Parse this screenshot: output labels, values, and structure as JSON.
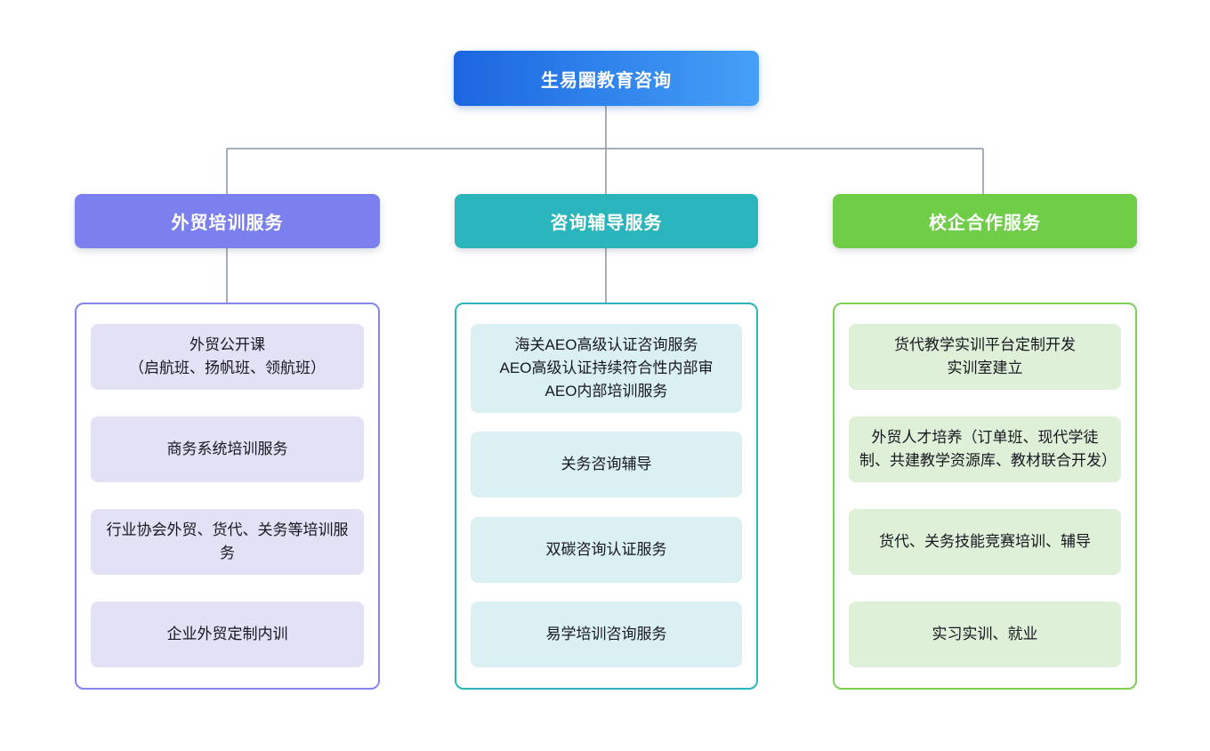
{
  "root": {
    "label": "生易圈教育咨询",
    "background": "linear-gradient(90deg, #1B66E0, #46A0F7)"
  },
  "connector_color": "#8B949E",
  "columns": [
    {
      "header": "外贸培训服务",
      "header_color": "#7B80EE",
      "border_color": "#8585F0",
      "item_bg": "#E3E1F5",
      "items": [
        "外贸公开课\n（启航班、扬帆班、领航班）",
        "商务系统培训服务",
        "行业协会外贸、货代、关务等培训服务",
        "企业外贸定制内训"
      ]
    },
    {
      "header": "咨询辅导服务",
      "header_color": "#29B5BB",
      "border_color": "#2AB6BC",
      "item_bg": "#DBF0F3",
      "items": [
        "海关AEO高级认证咨询服务\nAEO高级认证持续符合性内部审\nAEO内部培训服务",
        "关务咨询辅导",
        "双碳咨询认证服务",
        "易学培训咨询服务"
      ]
    },
    {
      "header": "校企合作服务",
      "header_color": "#70CD48",
      "border_color": "#7ED053",
      "item_bg": "#DFF0D9",
      "items": [
        "货代教学实训平台定制开发\n实训室建立",
        "外贸人才培养（订单班、现代学徒制、共建教学资源库、教材联合开发）",
        "货代、关务技能竞赛培训、辅导",
        "实习实训、就业"
      ]
    }
  ]
}
